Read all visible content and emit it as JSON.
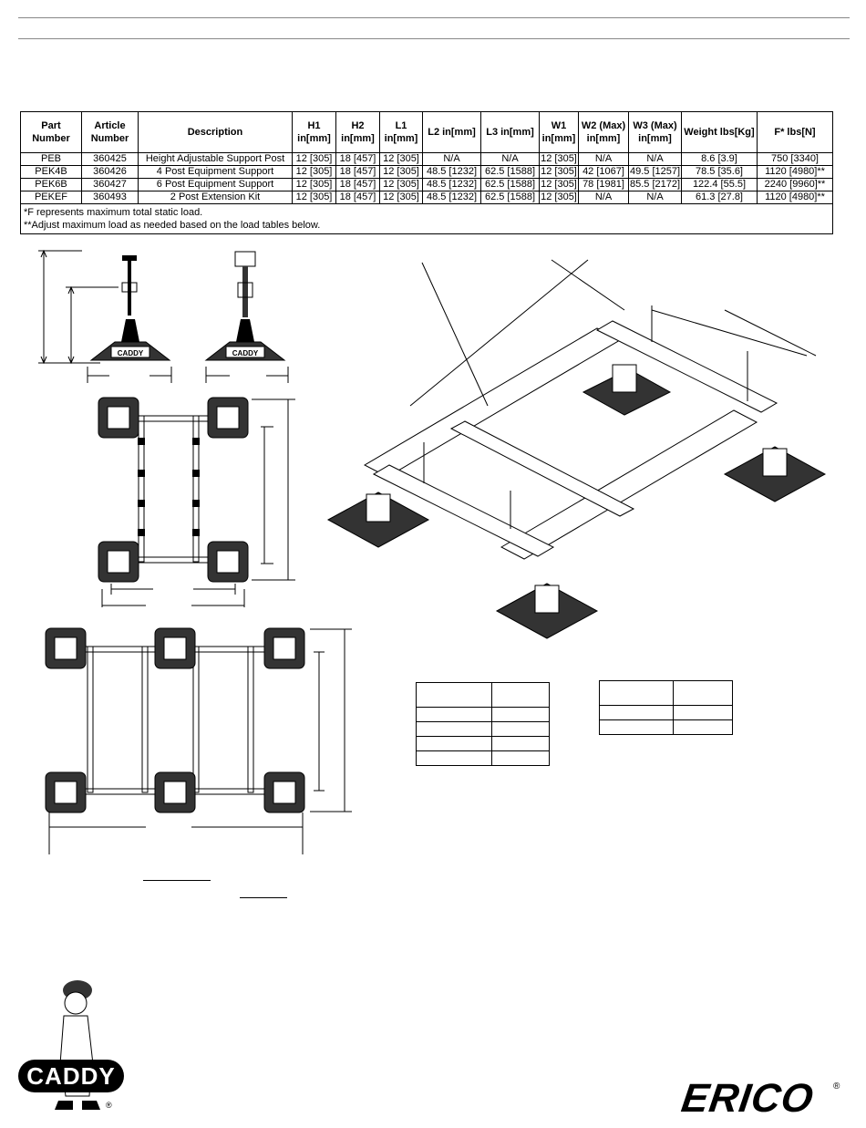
{
  "table": {
    "headers": [
      "Part Number",
      "Article Number",
      "Description",
      "H1 in[mm]",
      "H2 in[mm]",
      "L1 in[mm]",
      "L2 in[mm]",
      "L3 in[mm]",
      "W1 in[mm]",
      "W2 (Max) in[mm]",
      "W3 (Max) in[mm]",
      "Weight lbs[Kg]",
      "F* lbs[N]"
    ],
    "rows": [
      [
        "PEB",
        "360425",
        "Height Adjustable Support Post",
        "12 [305]",
        "18 [457]",
        "12 [305]",
        "N/A",
        "N/A",
        "12 [305]",
        "N/A",
        "N/A",
        "8.6 [3.9]",
        "750 [3340]"
      ],
      [
        "PEK4B",
        "360426",
        "4 Post Equipment Support",
        "12 [305]",
        "18 [457]",
        "12 [305]",
        "48.5 [1232]",
        "62.5 [1588]",
        "12 [305]",
        "42 [1067]",
        "49.5 [1257]",
        "78.5 [35.6]",
        "1120 [4980]**"
      ],
      [
        "PEK6B",
        "360427",
        "6 Post Equipment Support",
        "12 [305]",
        "18 [457]",
        "12 [305]",
        "48.5 [1232]",
        "62.5 [1588]",
        "12 [305]",
        "78 [1981]",
        "85.5 [2172]",
        "122.4 [55.5]",
        "2240 [9960]**"
      ],
      [
        "PEKEF",
        "360493",
        "2 Post Extension Kit",
        "12 [305]",
        "18 [457]",
        "12 [305]",
        "48.5 [1232]",
        "62.5 [1588]",
        "12 [305]",
        "N/A",
        "N/A",
        "61.3 [27.8]",
        "1120 [4980]**"
      ]
    ],
    "notes": [
      "*F represents maximum total static load.",
      "**Adjust maximum load as needed based on the load tables below."
    ]
  },
  "logos": {
    "left": "CADDY",
    "left_mark": "®",
    "right": "ERICO",
    "right_mark": "®"
  }
}
